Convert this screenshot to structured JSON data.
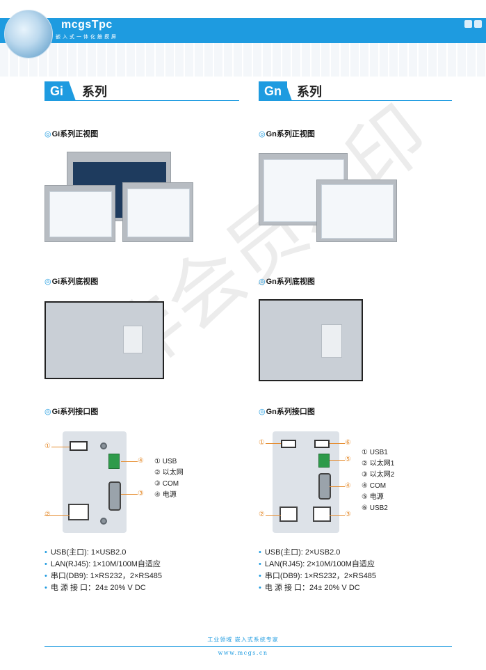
{
  "header": {
    "brand": "mcgsTpc",
    "tagline": "嵌入式一体化触摸屏",
    "accent_color": "#1e9be0"
  },
  "watermark": "非会员水印",
  "gi": {
    "tag": "Gi",
    "name": "系列",
    "front_title": "Gi系列正视图",
    "bottom_title": "Gi系列底视图",
    "ports_title": "Gi系列接口图",
    "callouts": [
      "①",
      "②",
      "③",
      "④"
    ],
    "legend": [
      "① USB",
      "② 以太网",
      "③ COM",
      "④ 电源"
    ],
    "specs": [
      "USB(主口): 1×USB2.0",
      "LAN(RJ45): 1×10M/100M自适应",
      "串口(DB9): 1×RS232，2×RS485",
      "电 源 接 口：24± 20% V DC"
    ]
  },
  "gn": {
    "tag": "Gn",
    "name": "系列",
    "front_title": "Gn系列正视图",
    "bottom_title": "Gn系列底视图",
    "ports_title": "Gn系列接口图",
    "callouts": [
      "①",
      "⑥",
      "⑤",
      "④",
      "②",
      "③"
    ],
    "legend": [
      "① USB1",
      "② 以太网1",
      "③ 以太网2",
      "④ COM",
      "⑤ 电源",
      "⑥ USB2"
    ],
    "specs": [
      "USB(主口): 2×USB2.0",
      "LAN(RJ45): 2×10M/100M自适应",
      "串口(DB9): 1×RS232，2×RS485",
      "电 源 接 口：24± 20% V DC"
    ]
  },
  "footer": {
    "slogan": "工业领域    嵌入式系统专家",
    "url": "www.mcgs.cn"
  }
}
